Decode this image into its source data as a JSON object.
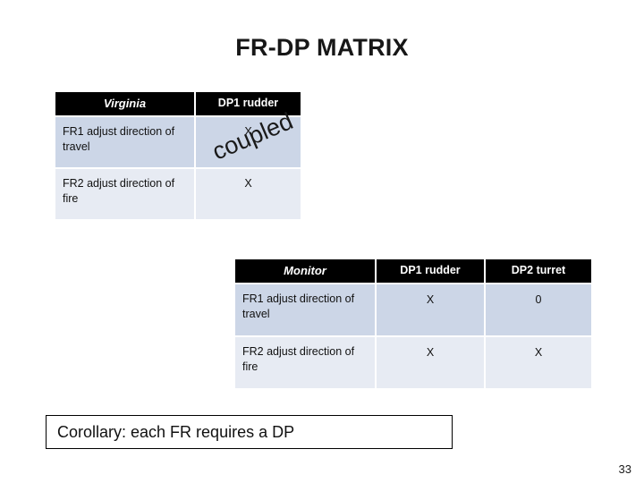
{
  "slide": {
    "title": "FR-DP MATRIX",
    "page_number": "33"
  },
  "matrix_virginia": {
    "name": "Virginia",
    "headers": [
      "Virginia",
      "DP1 rudder"
    ],
    "rows": [
      {
        "label": "FR1 adjust direction of travel",
        "cells": [
          "X"
        ]
      },
      {
        "label": "FR2 adjust direction of fire",
        "cells": [
          "X"
        ]
      }
    ],
    "annotation": "coupled"
  },
  "matrix_monitor": {
    "name": "Monitor",
    "headers": [
      "Monitor",
      "DP1 rudder",
      "DP2 turret"
    ],
    "rows": [
      {
        "label": "FR1 adjust direction of travel",
        "cells": [
          "X",
          "0"
        ]
      },
      {
        "label": "FR2 adjust direction of fire",
        "cells": [
          "X",
          "X"
        ]
      }
    ]
  },
  "corollary": {
    "text": "Corollary: each FR requires a DP"
  },
  "colors": {
    "header_background": "#000000",
    "header_text": "#ffffff",
    "row_a_background": "#ccd6e7",
    "row_b_background": "#e7ebf3",
    "body_text": "#111111",
    "slide_background": "#ffffff"
  }
}
